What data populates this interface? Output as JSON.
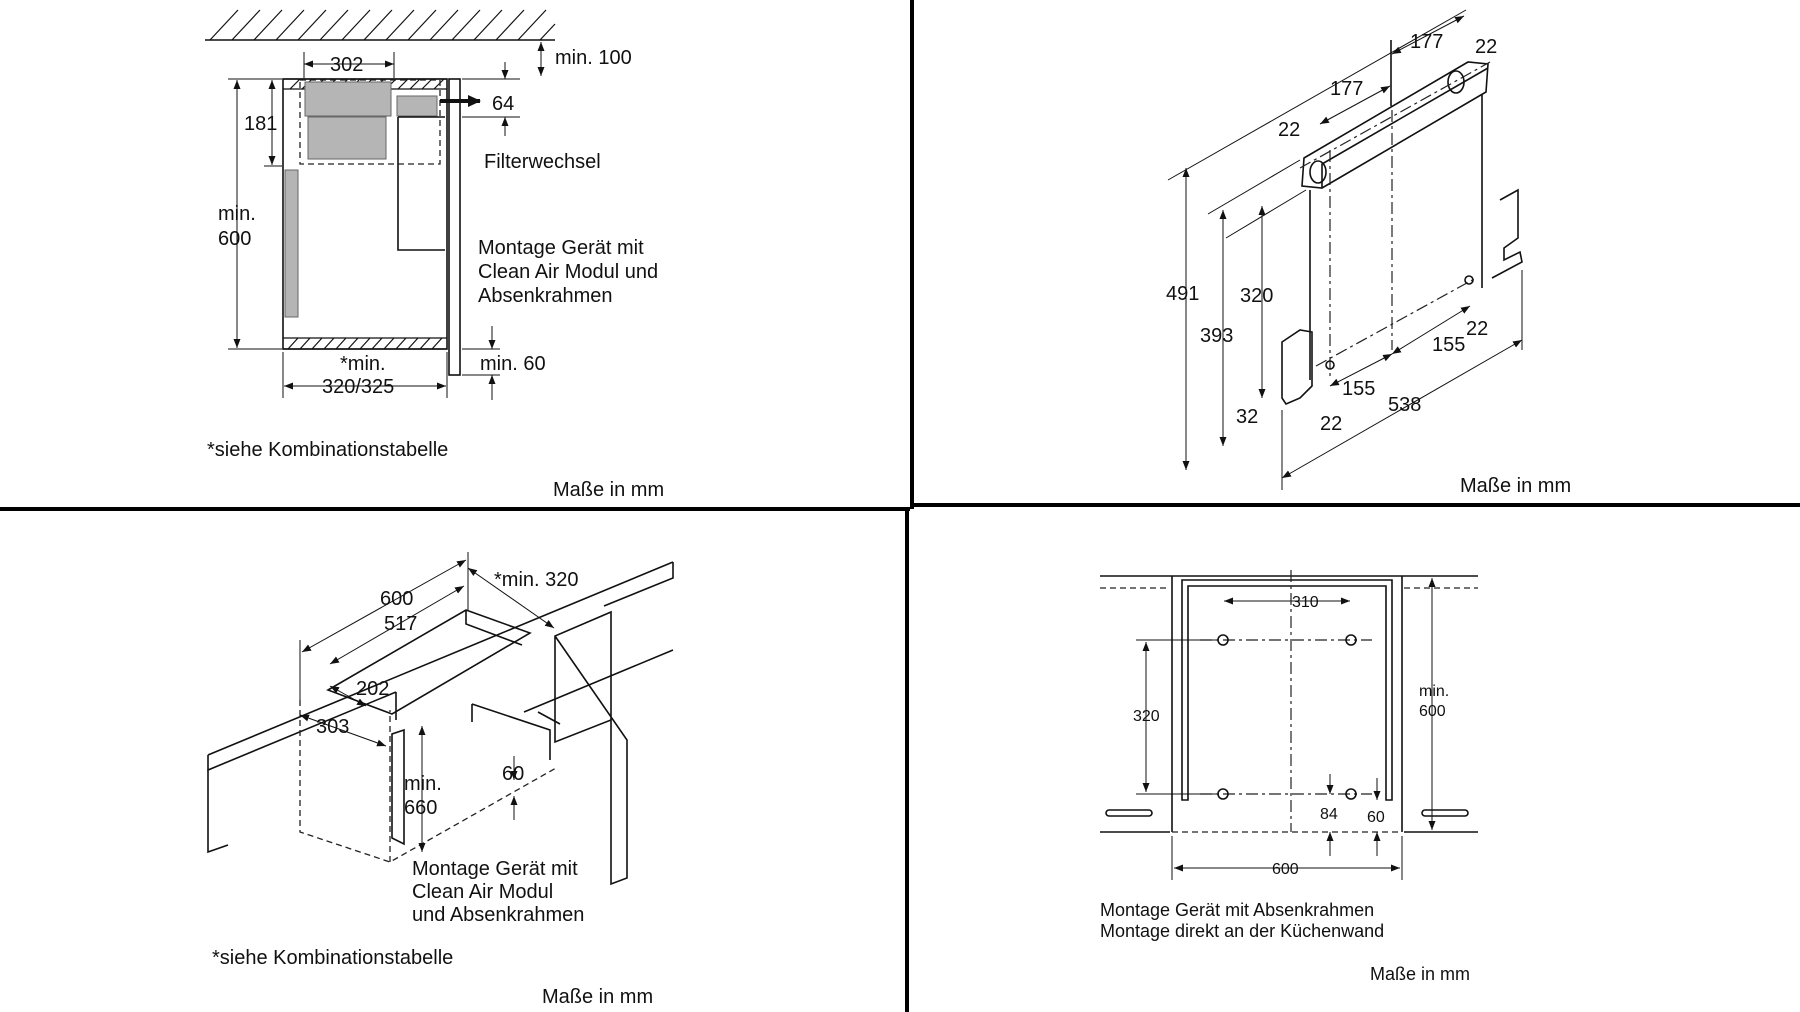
{
  "panels": {
    "top_left": {
      "dim_302": "302",
      "dim_min100": "min. 100",
      "dim_64": "64",
      "dim_181": "181",
      "dim_min": "min.",
      "dim_600": "600",
      "filterwechsel": "Filterwechsel",
      "note_line1": "Montage Gerät mit",
      "note_line2": "Clean Air Modul und",
      "note_line3": "Absenkrahmen",
      "dim_min_star": "*min.",
      "dim_320_325": "320/325",
      "dim_min60": "min. 60",
      "footnote": "*siehe Kombinationstabelle",
      "units": "Maße in mm"
    },
    "top_right": {
      "dim_177a": "177",
      "dim_22a": "22",
      "dim_177b": "177",
      "dim_22b": "22",
      "dim_491": "491",
      "dim_320": "320",
      "dim_393": "393",
      "dim_155a": "155",
      "dim_22c": "22",
      "dim_155b": "155",
      "dim_32": "32",
      "dim_22d": "22",
      "dim_538": "538",
      "units": "Maße in mm"
    },
    "bottom_left": {
      "dim_600": "600",
      "dim_min320": "*min. 320",
      "dim_517": "517",
      "dim_202": "202",
      "dim_303": "303",
      "dim_min": "min.",
      "dim_660": "660",
      "dim_60": "60",
      "note_line1": "Montage Gerät mit",
      "note_line2": "Clean Air Modul",
      "note_line3": "und Absenkrahmen",
      "footnote": "*siehe Kombinationstabelle",
      "units": "Maße in mm"
    },
    "bottom_right": {
      "dim_310": "310",
      "dim_320": "320",
      "dim_min": "min.",
      "dim_600_side": "600",
      "dim_84": "84",
      "dim_60": "60",
      "dim_600_bottom": "600",
      "note_line1": "Montage Gerät mit Absenkrahmen",
      "note_line2": "Montage direkt an der Küchenwand",
      "units": "Maße in mm"
    }
  }
}
